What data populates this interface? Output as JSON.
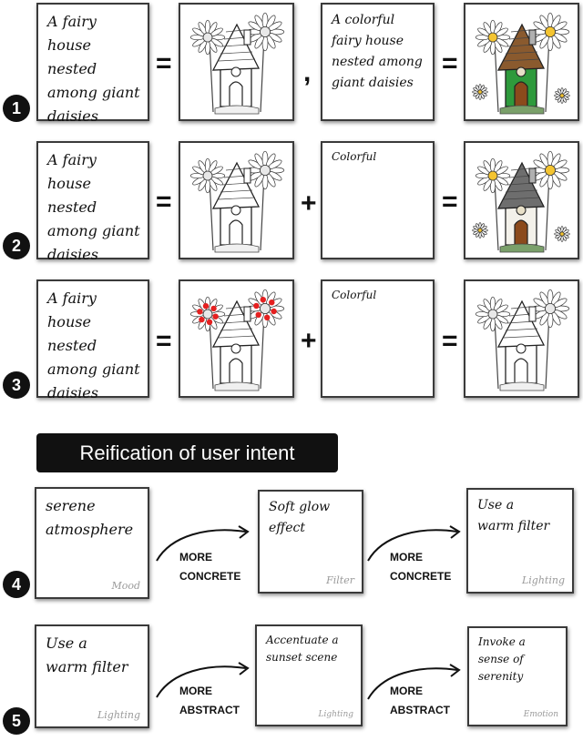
{
  "rows": [
    {
      "number": "1",
      "prompt": "A fairy\nhouse nested\namong giant\ndaisies",
      "op_equals_1": "=",
      "separator": ",",
      "modified_prompt": "A colorful\nfairy house\nnested among\ngiant daisies",
      "op_equals_2": "="
    },
    {
      "number": "2",
      "prompt": "A fairy\nhouse nested\namong giant\ndaisies",
      "op_equals_1": "=",
      "op_plus": "+",
      "modifier": "Colorful",
      "op_equals_2": "="
    },
    {
      "number": "3",
      "prompt": "A fairy\nhouse nested\namong giant\ndaisies",
      "op_equals_1": "=",
      "op_plus": "+",
      "modifier": "Colorful",
      "op_equals_2": "="
    }
  ],
  "banner": "Reification of user intent",
  "row4": {
    "number": "4",
    "cards": [
      {
        "text": "serene\natmosphere",
        "tag": "Mood"
      },
      {
        "text": "Soft glow\neffect",
        "tag": "Filter"
      },
      {
        "text": "Use a\nwarm filter",
        "tag": "Lighting"
      }
    ],
    "arrow_label": "MORE\nCONCRETE"
  },
  "row5": {
    "number": "5",
    "cards": [
      {
        "text": "Use a\nwarm filter",
        "tag": "Lighting"
      },
      {
        "text": "Accentuate a\nsunset scene",
        "tag": "Lighting"
      },
      {
        "text": "Invoke a\nsense of\nserenity",
        "tag": "Emotion"
      }
    ],
    "arrow_label": "MORE\nABSTRACT"
  },
  "colors": {
    "ink": "#111111",
    "card_border": "#3a3a3a",
    "tag_gray": "#9a9a9a",
    "highlight_red": "#e52020",
    "roof_green": "#2e9a3c",
    "roof_red": "#c0392b",
    "door_brown": "#8b4a1c",
    "daisy_yellow": "#f4c430"
  },
  "icons": [
    "house-sketch-icon",
    "colored-house-icon",
    "daisy-icon",
    "curved-arrow-icon"
  ]
}
